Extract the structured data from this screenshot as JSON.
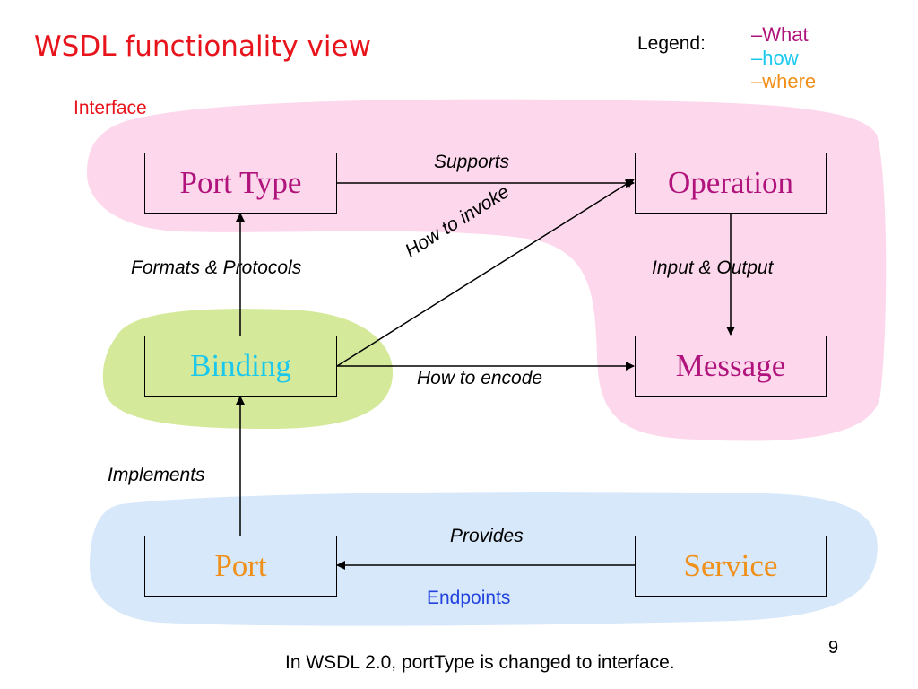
{
  "title": "WSDL functionality view",
  "legend": {
    "label": "Legend:",
    "items": [
      {
        "text": "–What",
        "color": "#b0147c"
      },
      {
        "text": "–how",
        "color": "#1ac8ee"
      },
      {
        "text": "–where",
        "color": "#f0901a"
      }
    ]
  },
  "regions": {
    "interface": {
      "label": "Interface",
      "fill": "#fdd8ec",
      "label_color": "#e8141c"
    },
    "binding": {
      "fill": "#d4e99a"
    },
    "endpoints": {
      "label": "Endpoints",
      "fill": "#d6e8fa",
      "label_color": "#2244dd"
    }
  },
  "nodes": {
    "port_type": {
      "label": "Port Type",
      "color": "#b0147c",
      "fill": "#fdd8ec"
    },
    "operation": {
      "label": "Operation",
      "color": "#b0147c",
      "fill": "#fdd8ec"
    },
    "binding": {
      "label": "Binding",
      "color": "#1ac8ee",
      "fill": "#d4e99a"
    },
    "message": {
      "label": "Message",
      "color": "#b0147c",
      "fill": "#fdd8ec"
    },
    "port": {
      "label": "Port",
      "color": "#f0901a",
      "fill": "#d6e8fa"
    },
    "service": {
      "label": "Service",
      "color": "#f0901a",
      "fill": "#d6e8fa"
    }
  },
  "edges": {
    "supports": "Supports",
    "formats_protocols": "Formats & Protocols",
    "how_to_invoke": "How to invoke",
    "input_output": "Input & Output",
    "how_to_encode": "How to encode",
    "implements": "Implements",
    "provides": "Provides"
  },
  "footnote": "In WSDL 2.0, portType is changed to interface.",
  "page_number": "9"
}
